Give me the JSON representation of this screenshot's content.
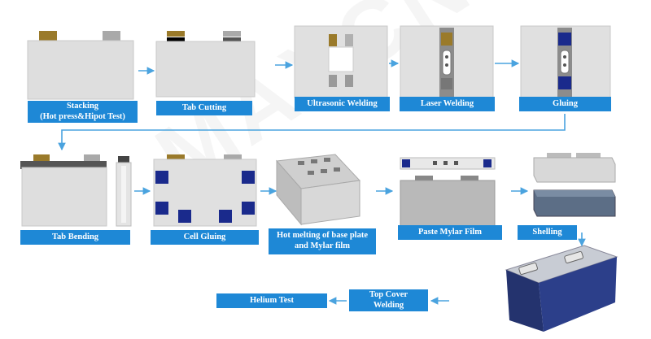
{
  "steps": {
    "stacking": "Stacking\n(Hot press&Hipot Test)",
    "tab_cutting": "Tab Cutting",
    "ultrasonic_welding": "Ultrasonic Welding",
    "laser_welding": "Laser Welding",
    "gluing": "Gluing",
    "tab_bending": "Tab Bending",
    "cell_gluing": "Cell Gluing",
    "hot_melting": "Hot melting of base plate\nand Mylar film",
    "paste_mylar": "Paste Mylar Film",
    "shelling": "Shelling",
    "top_cover_welding": "Top Cover\nWelding",
    "helium_test": "Helium Test"
  },
  "watermark": "MAXCN",
  "colors": {
    "label_bg": "#1e88d6",
    "label_text": "#ffffff",
    "arrow": "#4aa3df",
    "cell_body": "#dcdcdc",
    "tab_gold": "#9a7a2a",
    "tab_silver": "#a9a9a9",
    "glue_blue": "#1a2a8c",
    "case_blue": "#2c3f8a"
  }
}
